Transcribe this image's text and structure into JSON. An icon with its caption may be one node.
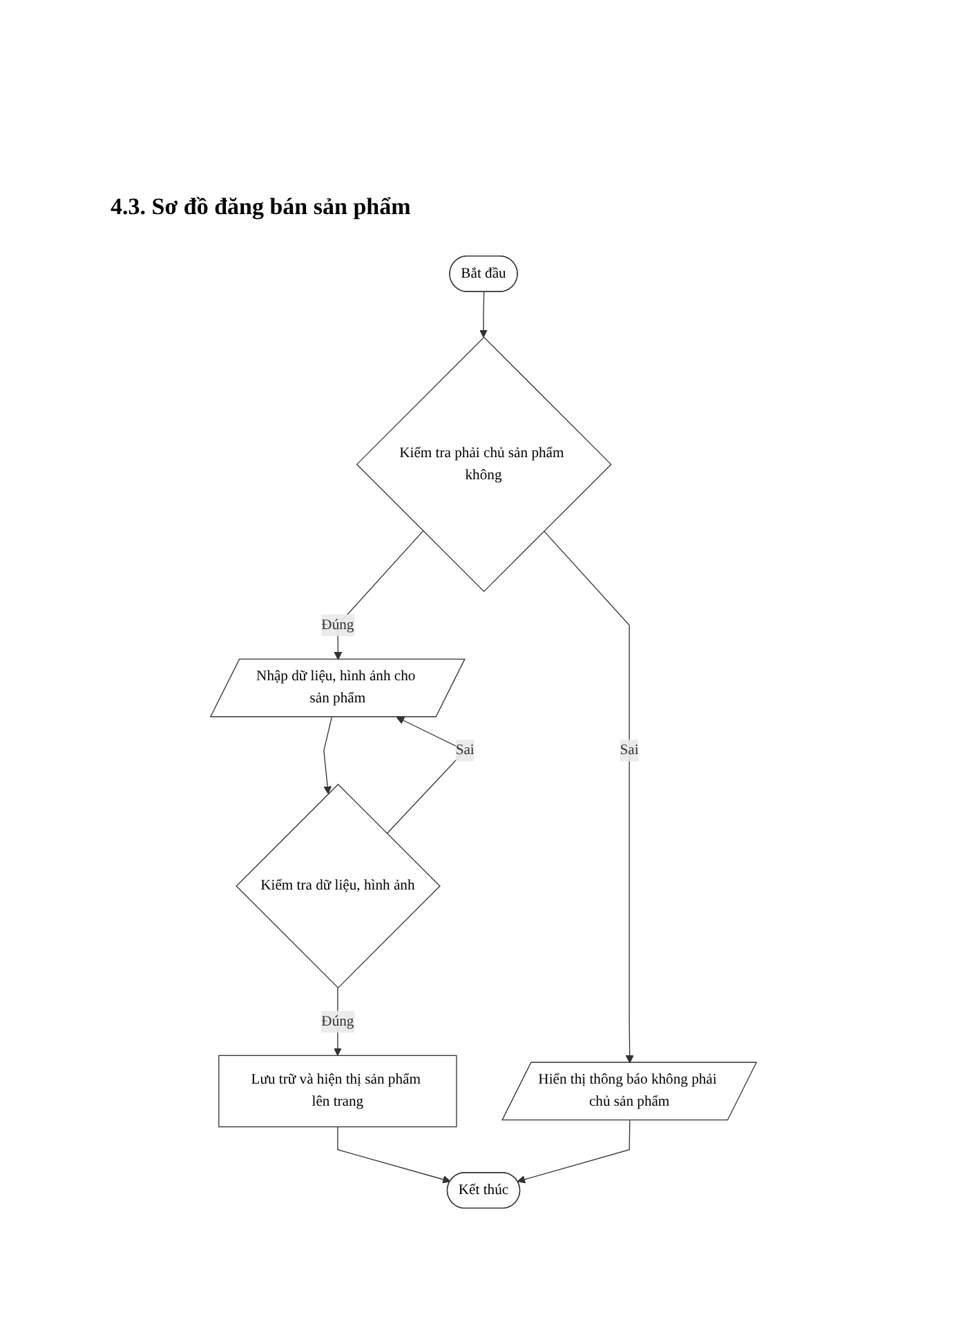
{
  "diagram": {
    "title": "4.3. Sơ đồ đăng bán sản phẩm",
    "nodes": [
      {
        "text": [
          "Bắt đầu"
        ]
      },
      {
        "text": [
          "Kiểm tra phải chủ sản phẩm không"
        ]
      },
      {
        "text": [
          "Hiển thị thông báo không phải chủ sản phẩm"
        ]
      },
      {
        "text": [
          "Nhập dữ liệu, hình ảnh cho sản phẩm"
        ]
      },
      {
        "text": [
          "Kiểm tra dữ liệu, hình ảnh"
        ]
      },
      {
        "text": [
          "Lưu trữ và hiện thị sản phẩm lên trang"
        ]
      },
      {
        "text": [
          "Kết thúc"
        ]
      }
    ],
    "edges": [
      {
        "from": 0,
        "to": 1,
        "arrow": "to"
      },
      {
        "from": 1,
        "to": 2,
        "label": "Sai",
        "arrow": "to"
      },
      {
        "from": 1,
        "to": 3,
        "label": "Đúng",
        "arrow": "to"
      },
      {
        "from": 3,
        "to": 4,
        "arrow": "to"
      },
      {
        "from": 4,
        "to": 3,
        "label": "Sai",
        "arrow": "to"
      },
      {
        "from": 4,
        "to": 5,
        "label": "Đúng",
        "arrow": "to"
      },
      {
        "from": 5,
        "to": 6,
        "arrow": "to"
      },
      {
        "from": 2,
        "to": 6,
        "arrow": "to"
      }
    ]
  }
}
